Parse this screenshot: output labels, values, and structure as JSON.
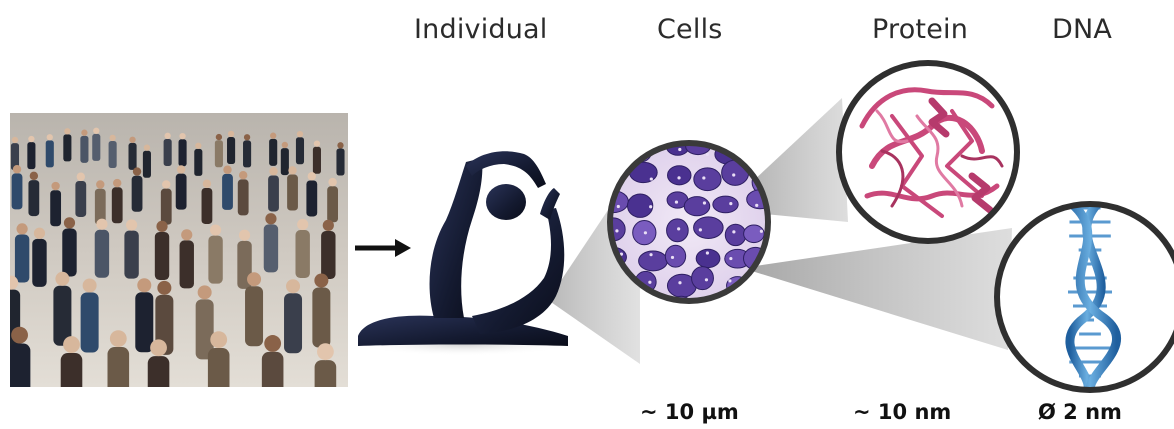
{
  "labels": {
    "individual": "Individual",
    "cells": "Cells",
    "protein": "Protein",
    "dna": "DNA"
  },
  "scales": {
    "cells": "~ 10 µm",
    "protein": "~ 10 nm",
    "dna": "Ø 2 nm"
  },
  "colors": {
    "arrow": "#111111",
    "silhouette": "#141a30",
    "cell_tissue": "#5a3e9e",
    "protein_ribbon": "#c9487a",
    "dna_helix": "#3f86c4",
    "cone": "#9a9a9a"
  }
}
